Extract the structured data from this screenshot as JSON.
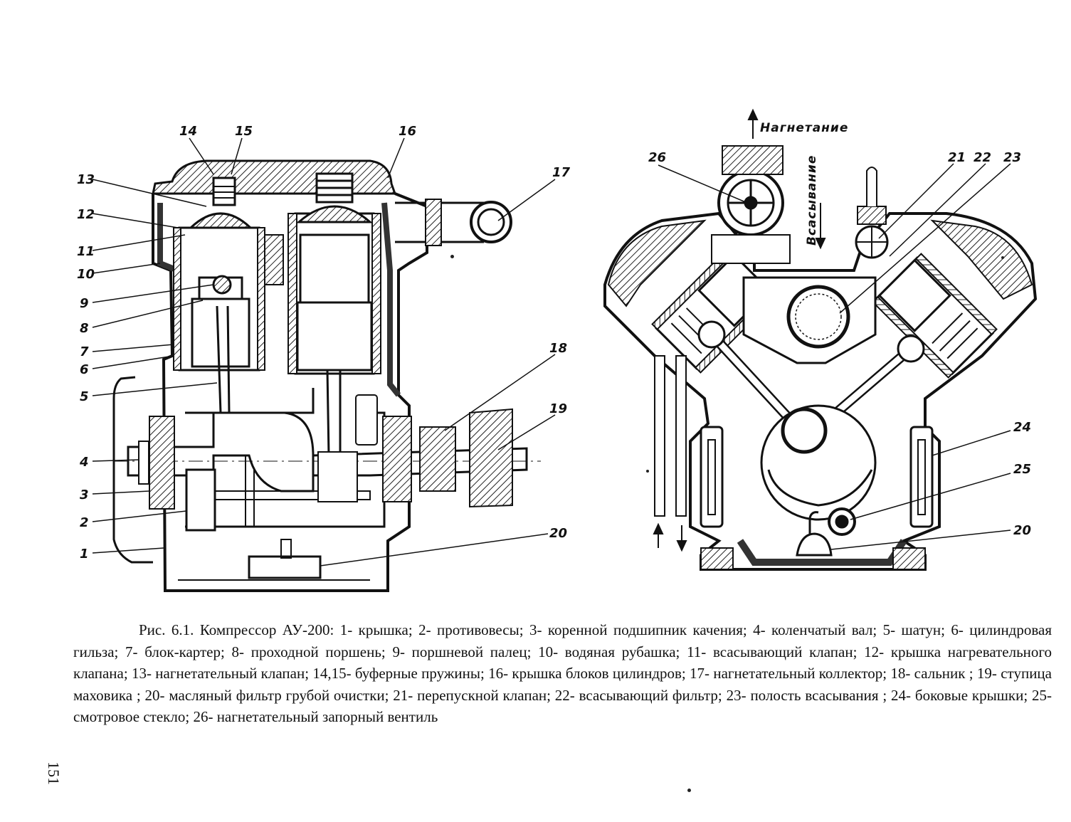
{
  "figure": {
    "left_labels": [
      "1",
      "2",
      "3",
      "4",
      "5",
      "6",
      "7",
      "8",
      "9",
      "10",
      "11",
      "12",
      "13",
      "14",
      "15",
      "16",
      "17",
      "18",
      "19",
      "20"
    ],
    "right_labels": [
      "20",
      "21",
      "22",
      "23",
      "24",
      "25",
      "26"
    ],
    "annotations": {
      "discharge": "Нагнетание",
      "suction": "Всасывание"
    }
  },
  "caption": "Рис. 6.1. Компрессор АУ-200: 1- крышка; 2- противовесы;  3- коренной подшипник качения;  4- коленчатый вал; 5- шатун; 6- цилиндровая гильза;  7- блок-картер; 8- проходной поршень; 9- поршневой палец; 10- водяная рубашка; 11- всасывающий клапан;  12- крышка нагревательного клапана; 13- нагнетательный клапан; 14,15- буферные пружины; 16- крышка блоков цилиндров; 17- нагнетательный коллектор; 18- сальник ; 19- ступица маховика ; 20- масляный фильтр грубой очистки; 21- перепускной клапан; 22- всасывающий фильтр; 23- полость всасывания ; 24- боковые крышки; 25- смотровое стекло; 26- нагнетательный запорный вентиль",
  "page_number": "151"
}
